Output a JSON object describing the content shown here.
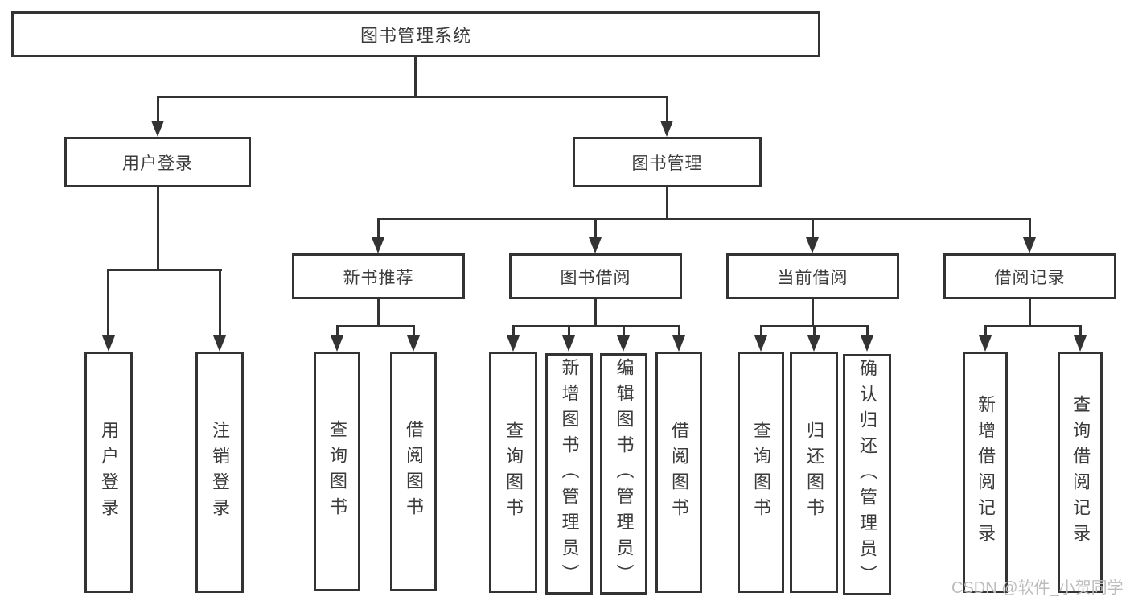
{
  "diagram": {
    "root": {
      "label": "图书管理系统"
    },
    "user_login": {
      "label": "用户登录",
      "children": [
        {
          "label": "用户登录"
        },
        {
          "label": "注销登录"
        }
      ]
    },
    "book_mgmt": {
      "label": "图书管理",
      "children": [
        {
          "label": "新书推荐",
          "children": [
            {
              "label": "查询图书"
            },
            {
              "label": "借阅图书"
            }
          ]
        },
        {
          "label": "图书借阅",
          "children": [
            {
              "label": "查询图书"
            },
            {
              "label": "新增图书（管理员）"
            },
            {
              "label": "编辑图书（管理员）"
            },
            {
              "label": "借阅图书"
            }
          ]
        },
        {
          "label": "当前借阅",
          "children": [
            {
              "label": "查询图书"
            },
            {
              "label": "归还图书"
            },
            {
              "label": "确认归还（管理员）"
            }
          ]
        },
        {
          "label": "借阅记录",
          "children": [
            {
              "label": "新增借阅记录"
            },
            {
              "label": "查询借阅记录"
            }
          ]
        }
      ]
    }
  },
  "watermark": {
    "text": "CSDN @软件_小贺同学"
  },
  "colors": {
    "line": "#333333",
    "text": "#3b3b3b",
    "background": "#ffffff",
    "watermark": "#bdbdbd"
  }
}
